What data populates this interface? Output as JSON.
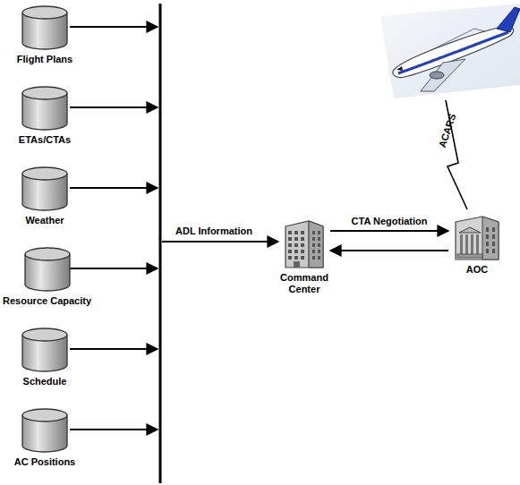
{
  "diagram": {
    "nodes": [
      {
        "text": [
          "Flight Plans"
        ]
      },
      {
        "text": [
          "ETAs/CTAs"
        ]
      },
      {
        "text": [
          "Weather"
        ]
      },
      {
        "text": [
          "Resource Capacity"
        ]
      },
      {
        "text": [
          "Schedule"
        ]
      },
      {
        "text": [
          "AC Positions"
        ]
      },
      {
        "text": [
          "Command Center"
        ]
      },
      {
        "text": [
          "AOC"
        ]
      }
    ],
    "edges": [
      {
        "from": 6,
        "to": 7,
        "label": "CTA Negotiation",
        "arrow": "to"
      },
      {
        "from": 7,
        "to": 6,
        "arrow": "to"
      }
    ],
    "labels": [
      "ADL Information",
      "ACARS"
    ]
  }
}
